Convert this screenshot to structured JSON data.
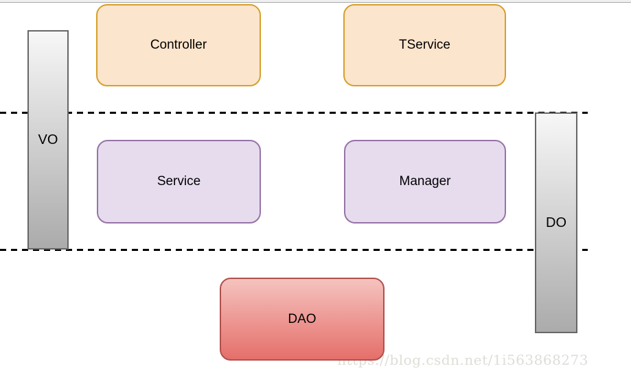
{
  "diagram": {
    "nodes": [
      {
        "id": "controller",
        "label": "Controller",
        "layer": "top",
        "fill": "#fce5cd",
        "border": "#d5a02a"
      },
      {
        "id": "tservice",
        "label": "TService",
        "layer": "top",
        "fill": "#fce5cd",
        "border": "#d5a02a"
      },
      {
        "id": "service",
        "label": "Service",
        "layer": "middle",
        "fill": "#e6dcee",
        "border": "#9673a6"
      },
      {
        "id": "manager",
        "label": "Manager",
        "layer": "middle",
        "fill": "#e6dcee",
        "border": "#9673a6"
      },
      {
        "id": "dao",
        "label": "DAO",
        "layer": "bottom",
        "fill_top": "#f5c3bf",
        "fill_bottom": "#e56f6a",
        "border": "#b0504c"
      }
    ],
    "side_bars": [
      {
        "id": "vo",
        "label": "VO",
        "side": "left",
        "fill_top": "#f7f7f7",
        "fill_bottom": "#ababab",
        "border": "#666666"
      },
      {
        "id": "do",
        "label": "DO",
        "side": "right",
        "fill_top": "#f7f7f7",
        "fill_bottom": "#ababab",
        "border": "#666666"
      }
    ],
    "dividers": {
      "count": 2,
      "style": "dashed",
      "color": "#000000"
    }
  },
  "watermark": {
    "text": "https://blog.csdn.net/1i563868273",
    "color": "#deddd7"
  }
}
